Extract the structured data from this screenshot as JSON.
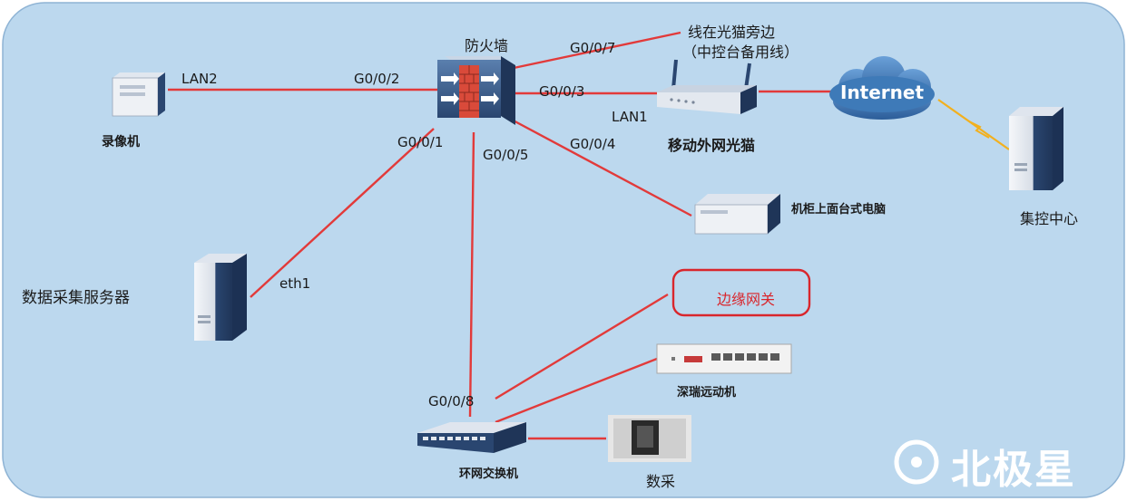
{
  "devices": {
    "firewall": "防火墙",
    "recorder": "录像机",
    "modem": "移动外网光猫",
    "internet": "Internet",
    "control_center": "集控中心",
    "cabinet_pc": "机柜上面台式电脑",
    "data_server": "数据采集服务器",
    "edge_gateway": "边缘网关",
    "remote_unit": "深瑞远动机",
    "ring_switch": "环网交换机",
    "data_acq": "数采"
  },
  "ports": {
    "lan2": "LAN2",
    "g002": "G0/0/2",
    "g007": "G0/0/7",
    "g003": "G0/0/3",
    "lan1": "LAN1",
    "g001": "G0/0/1",
    "g005": "G0/0/5",
    "g004": "G0/0/4",
    "eth1": "eth1",
    "g008": "G0/0/8"
  },
  "notes": {
    "line1": "线在光猫旁边",
    "line2": "（中控台备用线）"
  },
  "watermark": "北极星",
  "colors": {
    "background": "#bcd8ee",
    "link": "#e23a3a",
    "device_dark": "#2f4e78",
    "device_light": "#e8edf4",
    "cloud": "#3e7ab8",
    "highlight": "#d9262c",
    "wireless": "#f2b01e"
  }
}
